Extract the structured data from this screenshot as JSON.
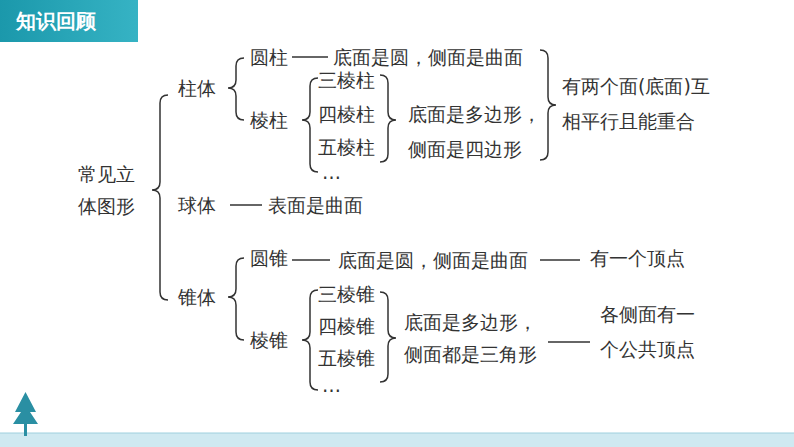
{
  "diagram": {
    "title": "知识回顾",
    "labels": [
      "常见立 体图形",
      "柱体",
      "圆柱",
      "底面是圆，侧面是曲面",
      "棱柱",
      "三棱柱",
      "四棱柱",
      "五棱柱",
      "…",
      "底面是多边形， 侧面是四边形",
      "有两个面(底面)互 相平行且能重合",
      "球体",
      "表面是曲面",
      "锥体",
      "圆锥",
      "底面是圆，侧面是曲面",
      "有一个顶点",
      "棱锥",
      "三棱锥",
      "四棱锥",
      "五棱锥",
      "…",
      "底面是多边形， 侧面都是三角形",
      "各侧面有一 个公共顶点"
    ]
  }
}
